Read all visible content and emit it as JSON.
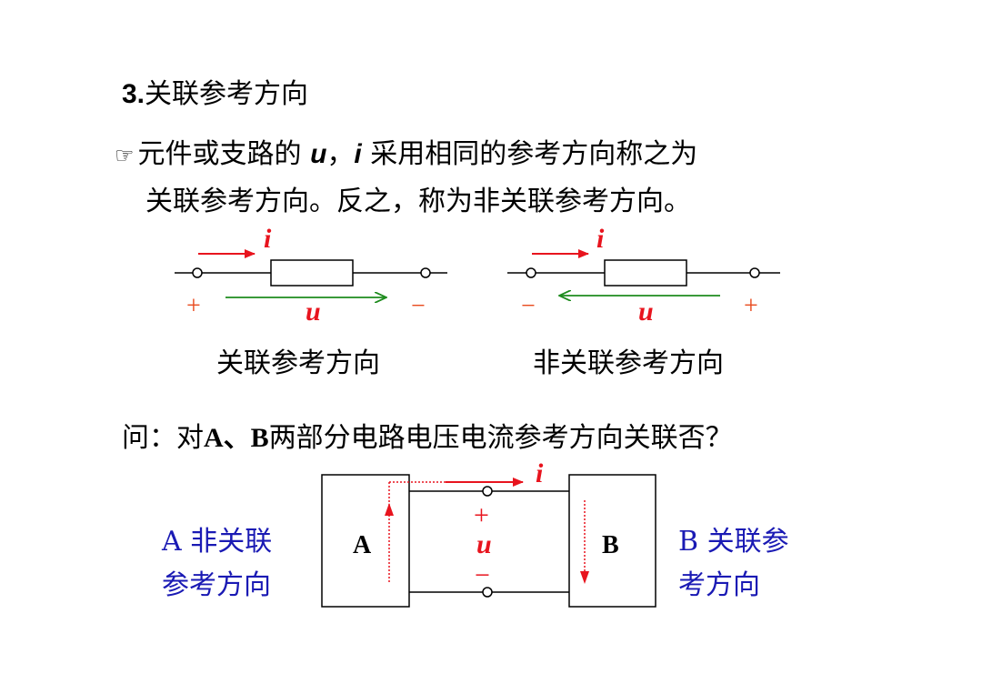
{
  "heading": {
    "number": "3.",
    "text": "关联参考方向"
  },
  "definition": {
    "pre": "元件或支路的",
    "var_u": "u",
    "comma": "，",
    "var_i": "i",
    "post": "采用相同的参考方向称之为",
    "line2": "关联参考方向。反之，称为非关联参考方向。"
  },
  "diagram_associated": {
    "current": "i",
    "voltage": "u",
    "plus": "+",
    "minus": "−",
    "caption": "关联参考方向"
  },
  "diagram_non_associated": {
    "current": "i",
    "voltage": "u",
    "plus": "+",
    "minus": "−",
    "caption": "非关联参考方向"
  },
  "question": {
    "pre": "问：对",
    "ab": "A、B",
    "post": "两部分电路电压电流参考方向关联否？"
  },
  "circuit": {
    "box_a": "A",
    "box_b": "B",
    "current": "i",
    "voltage": "u",
    "plus": "+",
    "minus": "−",
    "answer_a_line1": "A 非关联",
    "answer_a_line2": "参考方向",
    "answer_b_line1": "B 关联参",
    "answer_b_line2": "考方向"
  },
  "colors": {
    "arrow_red": "#e8141e",
    "arrow_green": "#1e8c1e",
    "answer_blue": "#1a1ab4",
    "sign_orange": "#e84a1e"
  }
}
